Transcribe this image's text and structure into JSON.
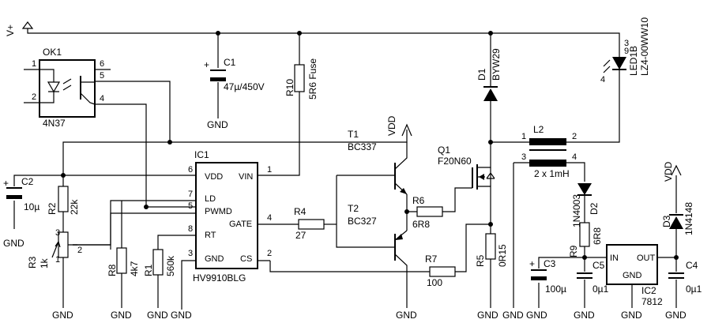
{
  "rails": {
    "vplus": "V+",
    "vdd": "VDD",
    "gnd": "GND"
  },
  "components": {
    "ok1": {
      "ref": "OK1",
      "value": "4N37",
      "pins": [
        "1",
        "2",
        "6",
        "5",
        "4"
      ]
    },
    "c1": {
      "ref": "C1",
      "value": "47µ/450V"
    },
    "r10": {
      "ref": "R10",
      "value": "5R6 Fuse"
    },
    "d1": {
      "ref": "D1",
      "value": "BYW29"
    },
    "led": {
      "ref": "LED1B",
      "value": "LZ4-00WW10",
      "pins": [
        "9",
        "3",
        "4"
      ]
    },
    "ic1": {
      "ref": "IC1",
      "value": "HV9910BLG",
      "pins": {
        "vdd": "VDD",
        "vin": "VIN",
        "ld": "LD",
        "pwmd": "PWMD",
        "gate": "GATE",
        "rt": "RT",
        "gnd": "GND",
        "cs": "CS"
      },
      "pin_numbers": {
        "vdd": "6",
        "vin": "1",
        "ld": "7",
        "pwmd": "5",
        "gate": "4",
        "rt": "8",
        "gnd": "3",
        "cs": "2"
      }
    },
    "c2": {
      "ref": "C2",
      "value": "10µ"
    },
    "r2": {
      "ref": "R2",
      "value": "22k"
    },
    "r3": {
      "ref": "R3",
      "value": "1k",
      "pins": [
        "3",
        "2",
        "1"
      ]
    },
    "r8": {
      "ref": "R8",
      "value": "4k7"
    },
    "r1": {
      "ref": "R1",
      "value": "560k"
    },
    "t1": {
      "ref": "T1",
      "value": "BC337"
    },
    "t2": {
      "ref": "T2",
      "value": "BC327"
    },
    "r4": {
      "ref": "R4",
      "value": "27"
    },
    "r6": {
      "ref": "R6",
      "value": "6R8"
    },
    "r7": {
      "ref": "R7",
      "value": "100"
    },
    "q1": {
      "ref": "Q1",
      "value": "F20N60"
    },
    "r5": {
      "ref": "R5",
      "value": "0R15"
    },
    "l2": {
      "ref": "L2",
      "value": "2 x 1mH",
      "pins": [
        "1",
        "2",
        "3",
        "4"
      ]
    },
    "d2": {
      "ref": "D2",
      "value": "1N4003"
    },
    "r9": {
      "ref": "R9",
      "value": "6R8"
    },
    "c3": {
      "ref": "C3",
      "value": "100µ"
    },
    "c5": {
      "ref": "C5",
      "value": "0µ1"
    },
    "ic2": {
      "ref": "IC2",
      "value": "7812",
      "pins": {
        "in": "IN",
        "out": "OUT",
        "gnd": "GND"
      }
    },
    "d3": {
      "ref": "D3",
      "value": "1N4148"
    },
    "c4": {
      "ref": "C4",
      "value": "0µ1"
    }
  }
}
